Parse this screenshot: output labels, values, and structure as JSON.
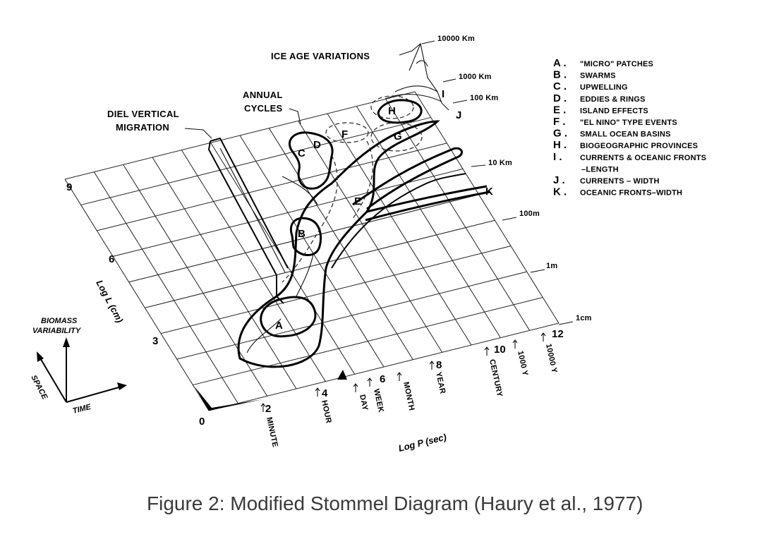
{
  "diagram": {
    "top_labels": {
      "ice_age": "ICE AGE VARIATIONS",
      "annual": "ANNUAL",
      "cycles": "CYCLES",
      "diel_1": "DIEL VERTICAL",
      "diel_2": "MIGRATION"
    },
    "legend": [
      {
        "key": "A",
        "text": "\"MICRO\" PATCHES"
      },
      {
        "key": "B",
        "text": "SWARMS"
      },
      {
        "key": "C",
        "text": "UPWELLING"
      },
      {
        "key": "D",
        "text": "EDDIES & RINGS"
      },
      {
        "key": "E",
        "text": "ISLAND EFFECTS"
      },
      {
        "key": "F",
        "text": "\"EL NINO\" TYPE EVENTS"
      },
      {
        "key": "G",
        "text": "SMALL OCEAN BASINS"
      },
      {
        "key": "H",
        "text": "BIOGEOGRAPHIC PROVINCES"
      },
      {
        "key": "I",
        "text": "CURRENTS & OCEANIC FRONTS"
      },
      {
        "key": "",
        "text": "–LENGTH"
      },
      {
        "key": "J",
        "text": "CURRENTS – WIDTH"
      },
      {
        "key": "K",
        "text": "OCEANIC FRONTS–WIDTH"
      }
    ],
    "length_scale": [
      "10000 Km",
      "1000 Km",
      "100 Km",
      "10 Km",
      "100m",
      "1m",
      "1cm"
    ],
    "y_ticks": [
      "9",
      "6",
      "3"
    ],
    "y_axis_label": "Log L (cm)",
    "x_ticks": [
      "0",
      "2",
      "4",
      "6",
      "8",
      "10",
      "12"
    ],
    "x_time_labels": [
      "MINUTE",
      "HOUR",
      "DAY",
      "WEEK",
      "MONTH",
      "YEAR",
      "CENTURY",
      "1000 Y",
      "10000 Y"
    ],
    "x_axis_label": "Log P (sec)",
    "region_letters": [
      "A",
      "B",
      "C",
      "D",
      "E",
      "F",
      "G",
      "H",
      "I",
      "J",
      "K"
    ],
    "orientation": {
      "biomass_1": "BIOMASS",
      "biomass_2": "VARIABILITY",
      "space": "SPACE",
      "time": "TIME"
    }
  },
  "caption": "Figure 2: Modified Stommel Diagram (Haury et al., 1977)"
}
